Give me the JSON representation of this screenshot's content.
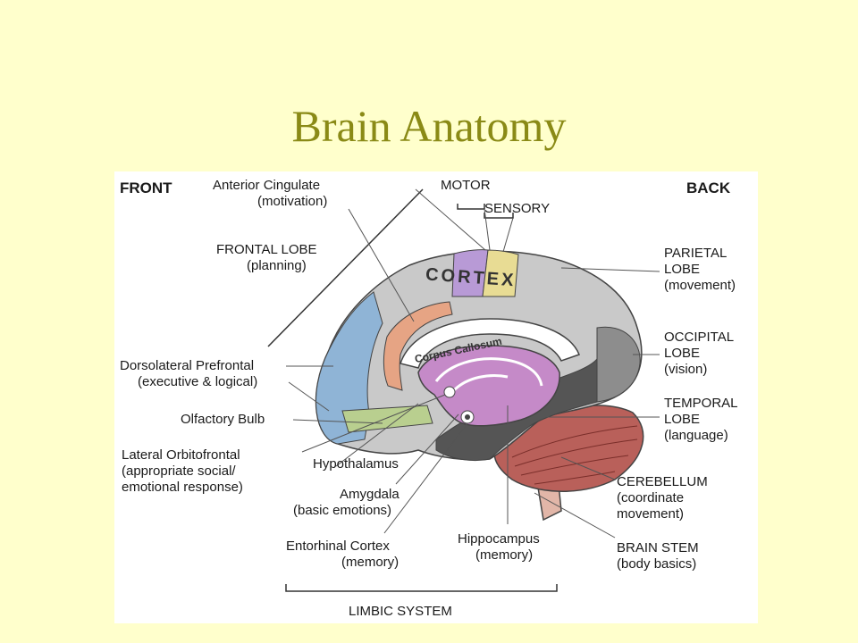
{
  "slide": {
    "title": "Brain Anatomy"
  },
  "diagram": {
    "orientation": {
      "front": "FRONT",
      "back": "BACK"
    },
    "cortex_labels": {
      "motor": "MOTOR",
      "sensory": "SENSORY",
      "cortex": "CORTEX",
      "corpus": "Corpus Callosum"
    },
    "labels": {
      "anterior_cingulate": [
        "Anterior Cingulate",
        "(motivation)"
      ],
      "frontal_lobe": [
        "FRONTAL LOBE",
        "(planning)"
      ],
      "dorsolateral": [
        "Dorsolateral Prefrontal",
        "(executive & logical)"
      ],
      "olfactory": [
        "Olfactory Bulb"
      ],
      "orbitofrontal": [
        "Lateral Orbitofrontal",
        "(appropriate social/",
        "emotional response)"
      ],
      "hypothalamus": [
        "Hypothalamus"
      ],
      "amygdala": [
        "Amygdala",
        "(basic emotions)"
      ],
      "entorhinal": [
        "Entorhinal Cortex",
        "(memory)"
      ],
      "hippocampus": [
        "Hippocampus",
        "(memory)"
      ],
      "parietal": [
        "PARIETAL",
        "LOBE",
        "(movement)"
      ],
      "occipital": [
        "OCCIPITAL",
        "LOBE",
        "(vision)"
      ],
      "temporal": [
        "TEMPORAL",
        "LOBE",
        "(language)"
      ],
      "cerebellum": [
        "CEREBELLUM",
        "(coordinate",
        "movement)"
      ],
      "brainstem": [
        "BRAIN STEM",
        "(body basics)"
      ],
      "limbic": [
        "LIMBIC SYSTEM"
      ]
    },
    "colors": {
      "frontal_blue": "#8fb4d6",
      "olfactory_green": "#b9cf8f",
      "motor_purple": "#b89ad6",
      "sensory_yellow": "#e8dc94",
      "cingulate_orange": "#e6a484",
      "limbic_violet": "#c58ac8",
      "cortex_gray": "#c9c9c9",
      "dark_gray": "#555555",
      "cerebellum_red": "#b9605a",
      "brainstem_pink": "#e2b6a8"
    }
  }
}
